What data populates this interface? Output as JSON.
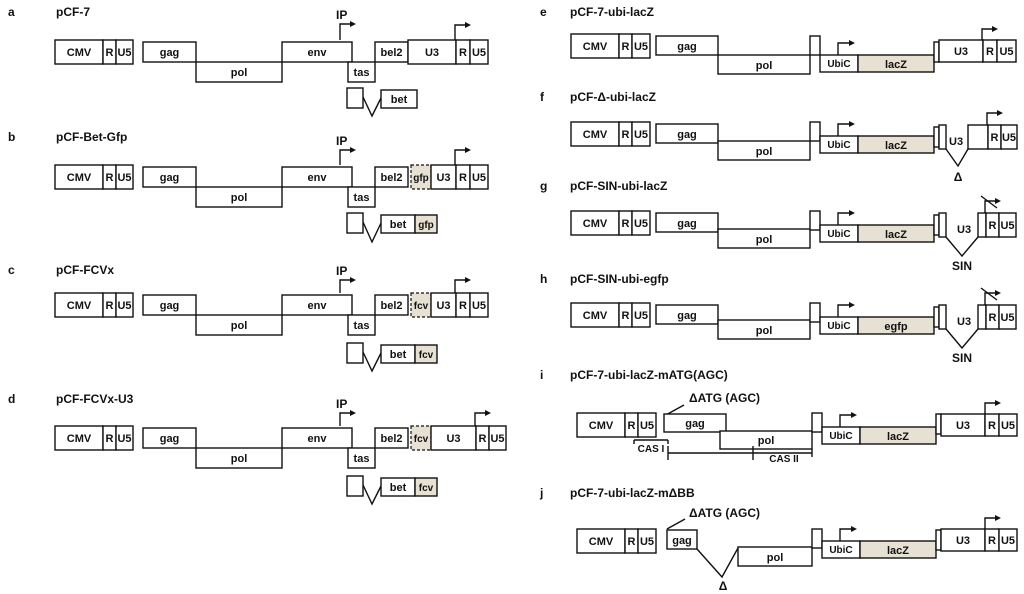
{
  "panels": {
    "a": {
      "letter": "a",
      "title": "pCF-7"
    },
    "b": {
      "letter": "b",
      "title": "pCF-Bet-Gfp"
    },
    "c": {
      "letter": "c",
      "title": "pCF-FCVx"
    },
    "d": {
      "letter": "d",
      "title": "pCF-FCVx-U3"
    },
    "e": {
      "letter": "e",
      "title": "pCF-7-ubi-lacZ"
    },
    "f": {
      "letter": "f",
      "title": "pCF-Δ-ubi-lacZ"
    },
    "g": {
      "letter": "g",
      "title": "pCF-SIN-ubi-lacZ"
    },
    "h": {
      "letter": "h",
      "title": "pCF-SIN-ubi-egfp"
    },
    "i": {
      "letter": "i",
      "title": "pCF-7-ubi-lacZ-mATG(AGC)"
    },
    "j": {
      "letter": "j",
      "title": "pCF-7-ubi-lacZ-mΔBB"
    }
  },
  "labels": {
    "cmv": "CMV",
    "r": "R",
    "u5": "U5",
    "u3": "U3",
    "gag": "gag",
    "pol": "pol",
    "env": "env",
    "tas": "tas",
    "bel2": "bel2",
    "bet": "bet",
    "gfp": "gfp",
    "fcv": "fcv",
    "ip": "IP",
    "ubic": "UbiC",
    "lacz": "lacZ",
    "egfp": "egfp",
    "delta": "Δ",
    "sin": "SIN",
    "datg": "ΔATG (AGC)",
    "cas1": "CAS I",
    "cas2": "CAS II"
  }
}
